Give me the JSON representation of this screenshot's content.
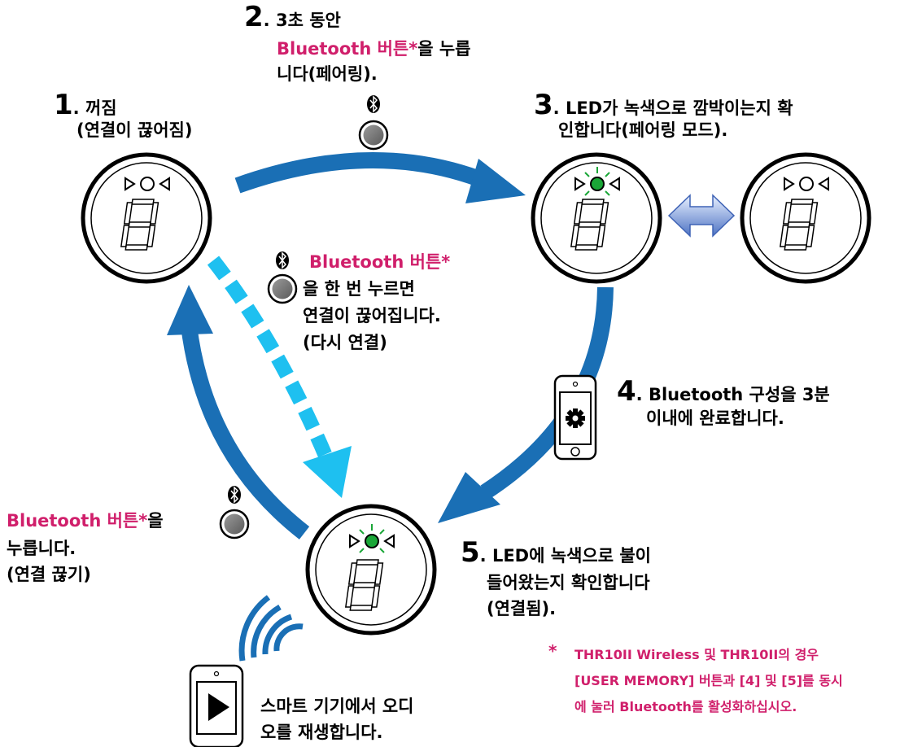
{
  "colors": {
    "arrow_dark": "#1a6fb5",
    "arrow_light": "#1ec0f0",
    "accent": "#d01f6b",
    "led_green": "#1aa637"
  },
  "step1": {
    "num": "1",
    "line1": ". 꺼짐",
    "line2": "(연결이 끊어짐)"
  },
  "step2": {
    "num": "2",
    "line1": ". 3초 동안",
    "line2_pink": "Bluetooth 버튼*",
    "line2_rest": "을 누릅",
    "line3": "니다(페어링)."
  },
  "step3": {
    "num": "3",
    "line1": ". LED가 녹색으로 깜박이는지 확",
    "line2": "인합니다(페어링 모드)."
  },
  "step4": {
    "num": "4",
    "line1": ". Bluetooth 구성을 3분",
    "line2": "이내에 완료합니다."
  },
  "step5": {
    "num": "5",
    "line1": ". LED에 녹색으로 불이",
    "line2": "들어왔는지 확인합니다",
    "line3": "(연결됨)."
  },
  "reconnect": {
    "pink": "Bluetooth 버튼*",
    "line2": "을 한 번 누르면",
    "line3": "연결이 끊어집니다.",
    "line4": "(다시 연결)"
  },
  "disconnect": {
    "pink": "Bluetooth 버튼*",
    "pink_rest": "을",
    "line2": "누릅니다.",
    "line3": "(연결 끊기)"
  },
  "play": {
    "line1": "스마트 기기에서 오디",
    "line2": "오를 재생합니다."
  },
  "footnote": {
    "star": "*",
    "line1": "THR10II Wireless 및 THR10II의 경우",
    "line2": "[USER MEMORY] 버튼과 [4] 및 [5]를 동시",
    "line3": "에 눌러 Bluetooth를 활성화하십시오."
  }
}
